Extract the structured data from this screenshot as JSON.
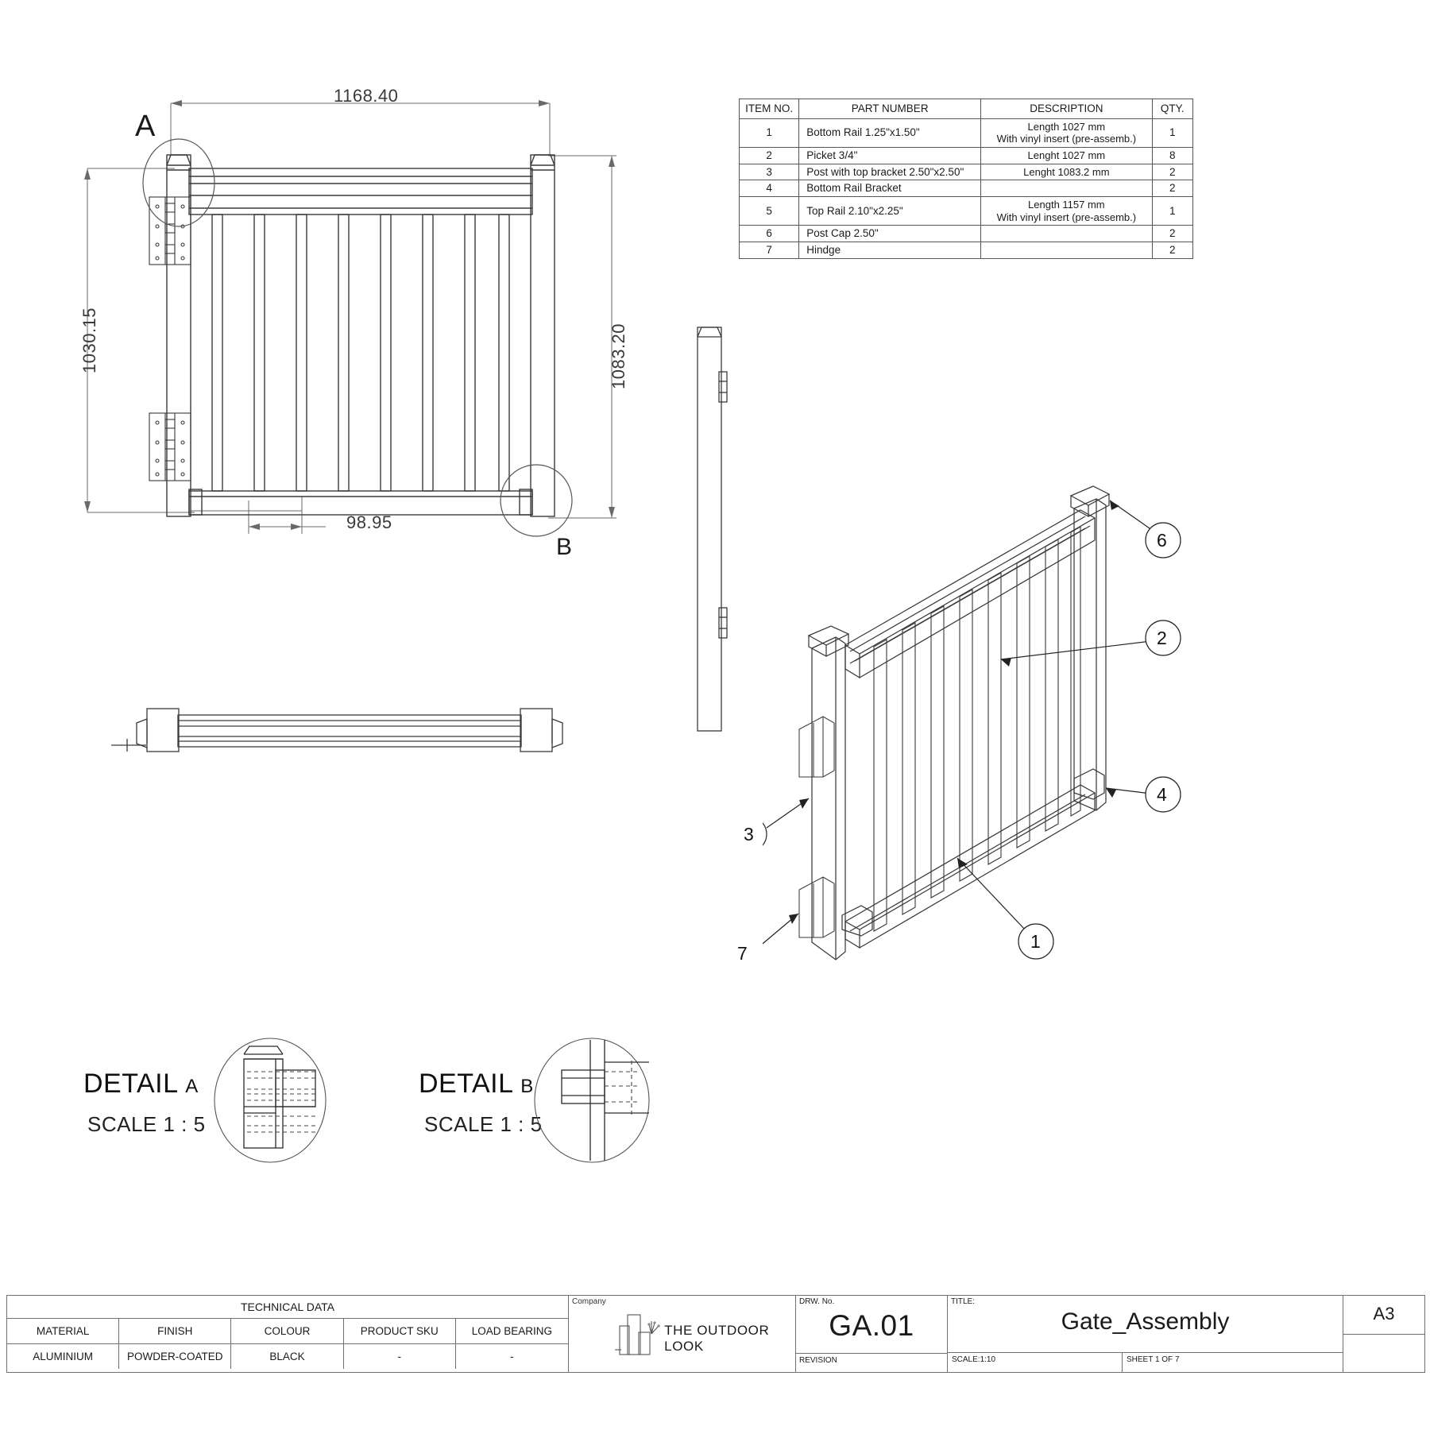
{
  "drawing": {
    "sheet_title": "Gate_Assembly",
    "drawing_number": "GA.01",
    "sheet_size": "A3",
    "scale": "SCALE:1:10",
    "sheet_of": "SHEET 1 OF 7",
    "revision_label": "REVISION",
    "drw_no_label": "DRW. No.",
    "title_label": "TITLE:",
    "company_label": "Company",
    "company_name": "THE OUTDOOR LOOK"
  },
  "bom": {
    "headers": [
      "ITEM NO.",
      "PART NUMBER",
      "DESCRIPTION",
      "QTY."
    ],
    "rows": [
      {
        "item": "1",
        "part": "Bottom Rail 1.25\"x1.50\"",
        "desc_line1": "Length 1027 mm",
        "desc_line2": "With vinyl insert (pre-assemb.)",
        "qty": "1"
      },
      {
        "item": "2",
        "part": "Picket 3/4\"",
        "desc_line1": "Lenght 1027 mm",
        "desc_line2": "",
        "qty": "8"
      },
      {
        "item": "3",
        "part": "Post with top bracket 2.50\"x2.50\"",
        "desc_line1": "Lenght 1083.2 mm",
        "desc_line2": "",
        "qty": "2"
      },
      {
        "item": "4",
        "part": "Bottom Rail Bracket",
        "desc_line1": "",
        "desc_line2": "",
        "qty": "2"
      },
      {
        "item": "5",
        "part": "Top Rail 2.10\"x2.25\"",
        "desc_line1": "Length 1157 mm",
        "desc_line2": "With vinyl insert (pre-assemb.)",
        "qty": "1"
      },
      {
        "item": "6",
        "part": "Post Cap 2.50\"",
        "desc_line1": "",
        "desc_line2": "",
        "qty": "2"
      },
      {
        "item": "7",
        "part": "Hindge",
        "desc_line1": "",
        "desc_line2": "",
        "qty": "2"
      }
    ]
  },
  "technical_data": {
    "section_title": "TECHNICAL DATA",
    "headers": [
      "MATERIAL",
      "FINISH",
      "COLOUR",
      "PRODUCT SKU",
      "LOAD BEARING"
    ],
    "values": [
      "ALUMINIUM",
      "POWDER-COATED",
      "BLACK",
      "-",
      "-"
    ]
  },
  "front_view": {
    "width_dim": "1168.40",
    "height_dim_left": "1030.15",
    "height_dim_right": "1083.20",
    "picket_spacing_dim": "98.95",
    "detail_callout_a": "A",
    "detail_callout_b": "B"
  },
  "details": [
    {
      "title": "DETAIL",
      "letter": "A",
      "scale": "SCALE 1 : 5"
    },
    {
      "title": "DETAIL",
      "letter": "B",
      "scale": "SCALE 1 : 5"
    }
  ],
  "balloons": [
    {
      "number": "6"
    },
    {
      "number": "2"
    },
    {
      "number": "4"
    },
    {
      "number": "1"
    },
    {
      "number": "3"
    },
    {
      "number": "7"
    }
  ],
  "colors": {
    "line": "#3a3a3a",
    "dim_line": "#6a6a6a",
    "table_border": "#555555",
    "background": "#ffffff"
  }
}
